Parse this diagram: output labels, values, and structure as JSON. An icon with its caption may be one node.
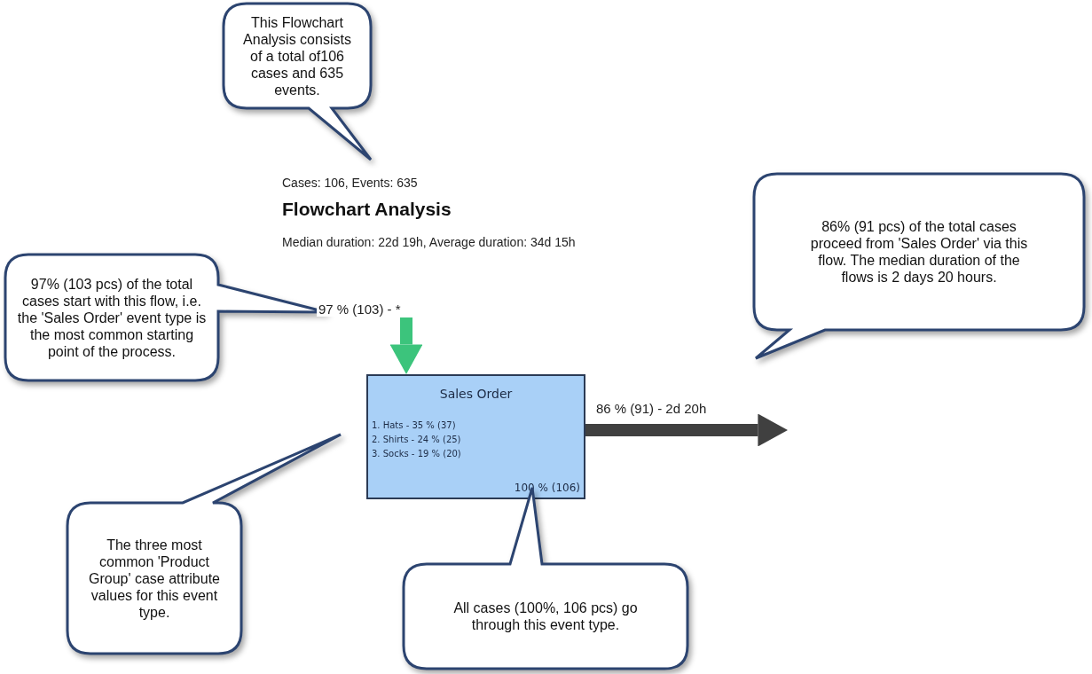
{
  "diagram": {
    "title": "Flowchart Analysis",
    "nodes": [
      {
        "text": [
          "This Flowchart Analysis consists of a total of106 cases and 635 events."
        ]
      },
      {
        "text": [
          "97% (103 pcs) of the total cases start with this flow, i.e. the 'Sales Order' event type is the most common starting point of the process."
        ]
      },
      {
        "text": [
          "86% (91 pcs) of the total cases proceed from 'Sales Order' via this flow. The median duration of the flows is 2 days 20 hours."
        ]
      },
      {
        "text": [
          "Sales Order",
          "1. Hats - 35 % (37)",
          "2. Shirts - 24 % (25)",
          "3. Socks - 19 % (20)",
          "100 % (106)"
        ]
      },
      {
        "text": [
          "The three most common 'Product Group' case attribute values for this event type."
        ]
      },
      {
        "text": [
          "All cases (100%, 106 pcs) go through this event type."
        ]
      }
    ],
    "edges": [
      {
        "from": null,
        "to": 3,
        "arrow": "to",
        "label": "97 % (103) - *",
        "color": "#3cc47c"
      },
      {
        "from": 3,
        "to": null,
        "arrow": "to",
        "label": "86 % (91) - 2d 20h",
        "color": "#404040"
      }
    ],
    "labels": [
      "Cases: 106, Events: 635",
      "Median duration: 22d 19h, Average duration: 34d 15h"
    ]
  }
}
